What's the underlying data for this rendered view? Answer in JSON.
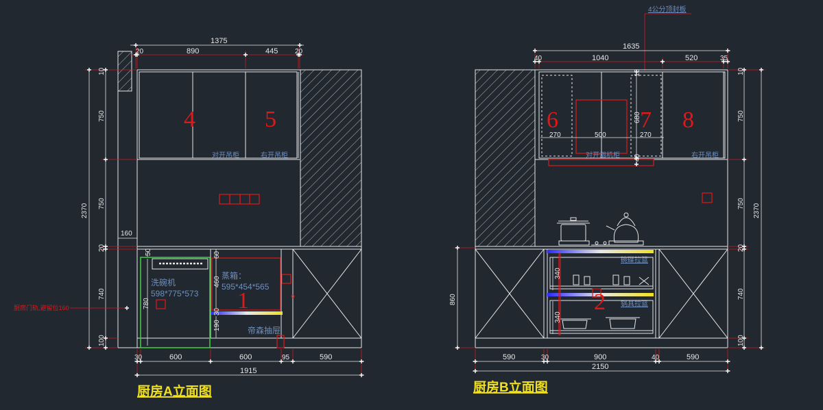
{
  "elevation_a": {
    "title": "厨房A立面图",
    "top_dims": {
      "total": "1375",
      "left_gap": "20",
      "door_pair": "890",
      "door_single": "445",
      "right_gap": "20"
    },
    "left_dims": {
      "total": "2370",
      "top_gap": "10",
      "upper": "750",
      "middle": "750",
      "counter": "20",
      "lower": "740",
      "plinth": "100"
    },
    "offset_160": "160",
    "cabinet_numbers": {
      "c4": "4",
      "c5": "5",
      "c1": "1"
    },
    "labels": {
      "pair_wall_cabinet": "对开吊柜",
      "right_wall_cabinet": "右开吊柜",
      "dishwasher": "洗碗机",
      "dishwasher_size": "598*775*573",
      "steam_oven": "蒸箱：",
      "steam_oven_size": "595*454*565",
      "drawer": "帝森抽屉",
      "rail_note": "厨房门轨,避留位160"
    },
    "inner_dims": {
      "d780": "780",
      "d50": "50",
      "d460": "460",
      "d60": "60",
      "d30": "30",
      "d190": "190"
    },
    "bottom_dims": {
      "d30": "30",
      "d600a": "600",
      "d600b": "600",
      "d95": "95",
      "d590": "590",
      "total": "1915"
    }
  },
  "elevation_b": {
    "title": "厨房B立面图",
    "top_note": "4公分顶封板",
    "top_dims": {
      "total": "1635",
      "left_gap": "40",
      "main": "1040",
      "right": "520",
      "right_gap": "35"
    },
    "cabinet_numbers": {
      "c6": "6",
      "c7": "7",
      "c8": "8",
      "c2": "2"
    },
    "inner_dims": {
      "d270a": "270",
      "d500": "500",
      "d270b": "270",
      "d680": "680",
      "d10": "10",
      "d40": "40"
    },
    "labels": {
      "pair_hood_cabinet": "对开烟机柜",
      "right_wall_cabinet": "右开吊柜",
      "basket_1": "碗碟拉篮",
      "basket_2": "锅具拉篮"
    },
    "basket_dims": {
      "d340a": "340",
      "d340b": "340"
    },
    "left_dim": "860",
    "right_dims": {
      "total": "2370",
      "top_gap": "10",
      "upper": "750",
      "middle": "750",
      "counter": "20",
      "lower": "740",
      "plinth": "100"
    },
    "bottom_dims": {
      "d590a": "590",
      "d30": "30",
      "d900": "900",
      "d40": "40",
      "d590b": "590",
      "total": "2150"
    }
  }
}
